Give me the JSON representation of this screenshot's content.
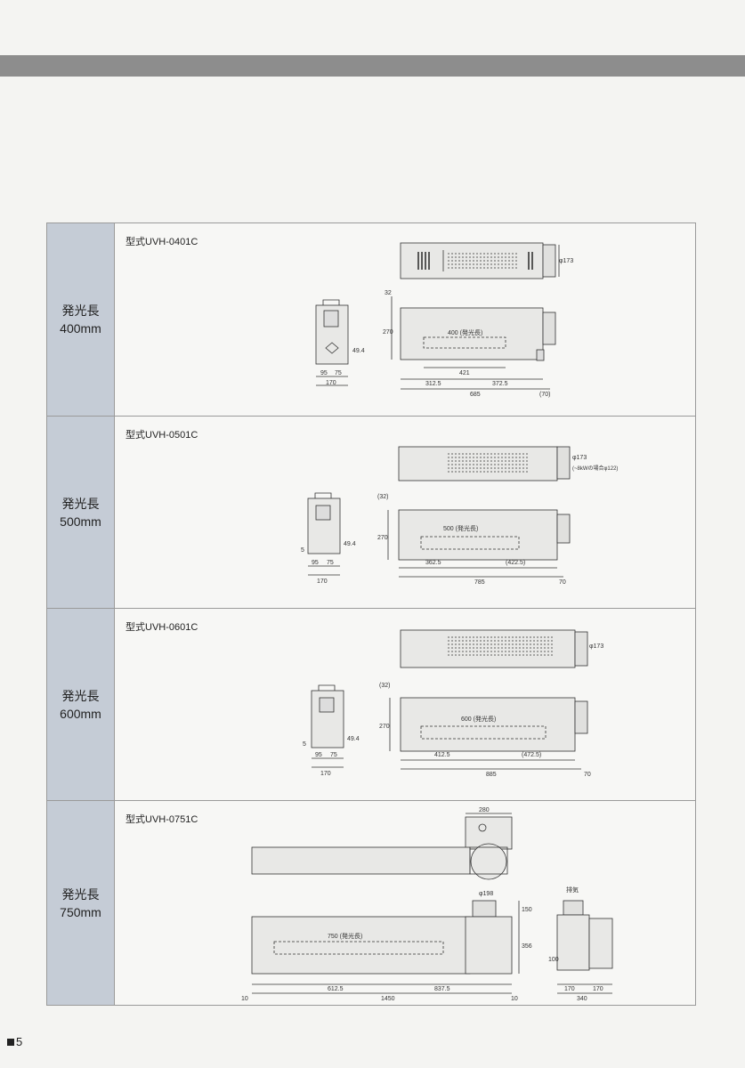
{
  "page": {
    "number": "5"
  },
  "rows": [
    {
      "label_line1": "発光長",
      "label_line2": "400mm",
      "model": "型式UVH-0401C",
      "dims": {
        "lamp_length": "400 (発光長)",
        "width_a": "95",
        "width_b": "75",
        "total_width": "170",
        "base_h": "49.4",
        "height": "270",
        "top": "32",
        "span": "421",
        "left": "312.5",
        "right": "372.5",
        "total_len": "685",
        "tail": "(70)",
        "dia": "φ173"
      }
    },
    {
      "label_line1": "発光長",
      "label_line2": "500mm",
      "model": "型式UVH-0501C",
      "dims": {
        "lamp_length": "500 (発光長)",
        "width_a": "95",
        "width_b": "75",
        "total_width": "170",
        "base_h": "49.4",
        "height": "270",
        "top": "(32)",
        "left": "362.5",
        "right": "(422.5)",
        "total_len": "785",
        "tail": "70",
        "dia": "φ173",
        "dia2": "(~8kWの場合φ122)",
        "small": "5"
      }
    },
    {
      "label_line1": "発光長",
      "label_line2": "600mm",
      "model": "型式UVH-0601C",
      "dims": {
        "lamp_length": "600 (発光長)",
        "width_a": "95",
        "width_b": "75",
        "total_width": "170",
        "base_h": "49.4",
        "height": "270",
        "top": "(32)",
        "left": "412.5",
        "right": "(472.5)",
        "total_len": "885",
        "tail": "70",
        "dia": "φ173",
        "small": "5"
      }
    },
    {
      "label_line1": "発光長",
      "label_line2": "750mm",
      "model": "型式UVH-0751C",
      "dims": {
        "lamp_length": "750 (発光長)",
        "duct_w": "280",
        "duct_dia": "φ198",
        "duct_h": "150",
        "height": "356",
        "left": "612.5",
        "right": "837.5",
        "total_len": "1450",
        "end_l": "10",
        "end_r": "10",
        "exhaust": "排気",
        "side_h": "100",
        "side_a": "170",
        "side_b": "170",
        "side_total": "340"
      }
    }
  ]
}
